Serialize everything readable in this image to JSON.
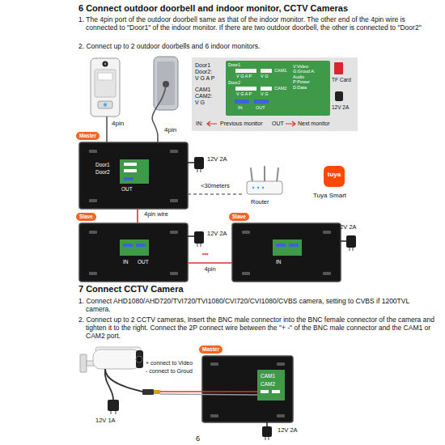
{
  "diagram": {
    "title": "6 Connect outdoor doorbell and indoor monitor, CCTV Cameras",
    "nodes": [
      {
        "text": [
          "4pin"
        ]
      },
      {
        "text": [
          "4pin"
        ]
      },
      {
        "text": [
          "Door1",
          "Door2:",
          "V G A P",
          "CAM1",
          "CAM2:",
          "V G",
          "Door1",
          "V G A P",
          "V G",
          "CAM1",
          "V:Video G:Groud A: Audio P:Power D:Data",
          "Door2",
          "V G A P",
          "V G",
          "CAM2",
          "IN",
          "OUT",
          "TF Card",
          "12V 2A",
          "IN:",
          "Previous monitor",
          "OUT",
          "Next monitor"
        ]
      },
      {
        "text": [
          "Master",
          "Door1",
          "Door2",
          "OUT"
        ]
      },
      {
        "text": [
          "Router"
        ]
      },
      {
        "text": [
          "tuya",
          "Tuya Smart"
        ]
      },
      {
        "text": [
          "Slave",
          "IN",
          "OUT"
        ]
      },
      {
        "text": [
          "Slave",
          "IN"
        ]
      },
      {
        "text": [
          "Master",
          "CAM1",
          "CAM2"
        ]
      }
    ],
    "edges": [
      {
        "from": 0,
        "to": 3,
        "arrow": "none"
      },
      {
        "from": 1,
        "to": 3,
        "arrow": "none"
      },
      {
        "from": 3,
        "to": 4,
        "label": "<30meters",
        "arrow": "none"
      },
      {
        "from": 3,
        "to": 6,
        "label": "4pin wire",
        "arrow": "none"
      },
      {
        "from": 6,
        "to": 7,
        "label": "4pin",
        "arrow": "none"
      }
    ],
    "labels": [
      "1. The 4pin port of the outdoor doorbell same as that of the indoor monitor. The other end of the 4pin wire is connected to \"Door1\" of the indoor monitor. If there are two outdoor doorbell, the other is connected to \"Door2\"",
      "2. Connect up to 2 outdoor doorbells and 6 indoor monitors.",
      "12V 2A",
      "12V 2A",
      "12V 2A",
      "•••",
      "7 Connect CCTV Camera",
      "1. Connect AHD1080/AHD720/TVI720/TVI1080/CVI720/CVI1080/CVBS camera, setting to CVBS if 1200TVL camera.",
      "2. Connect up to 2 CCTV cameras, Insert the BNC male connector into the BNC female connector of the camera and tighten it to the right. Connect the 2P connect wire between the \"+ -\" of the BNC male connector and the CAM1 or CAM2 port.",
      "+ connect to Video",
      "- connect to Groud",
      "12V 1A",
      "12V 2A",
      "6"
    ]
  }
}
